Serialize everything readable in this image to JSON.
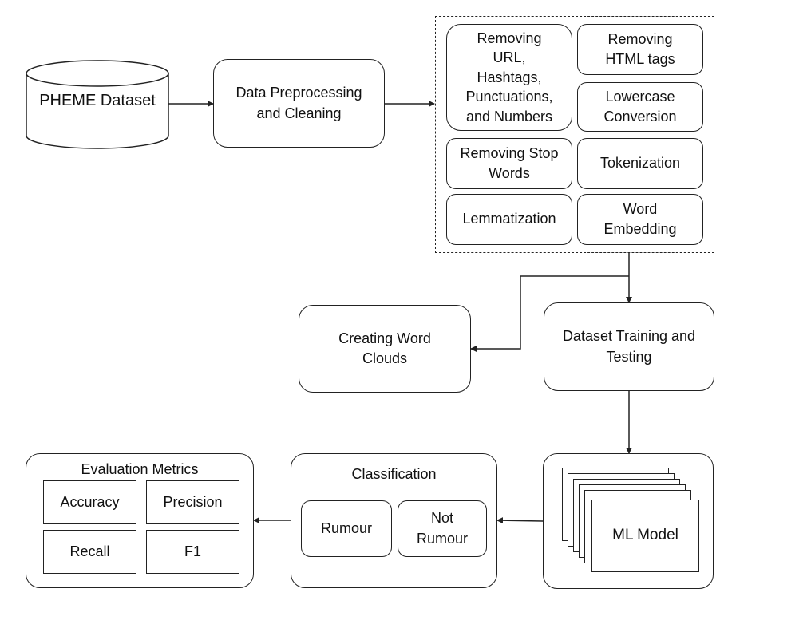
{
  "dataset": {
    "label": "PHEME Dataset"
  },
  "preprocessing": {
    "label": "Data Preprocessing\nand Cleaning"
  },
  "steps": [
    {
      "label": "Removing\nURL,\nHashtags,\nPunctuations,\nand Numbers"
    },
    {
      "label": "Removing\nHTML tags"
    },
    {
      "label": "Lowercase\nConversion"
    },
    {
      "label": "Removing Stop\nWords"
    },
    {
      "label": "Tokenization"
    },
    {
      "label": "Lemmatization"
    },
    {
      "label": "Word\nEmbedding"
    }
  ],
  "word_clouds": {
    "label": "Creating Word\nClouds"
  },
  "training": {
    "label": "Dataset Training and\nTesting"
  },
  "ml_model": {
    "label": "ML Model"
  },
  "classification": {
    "title": "Classification",
    "classes": [
      "Rumour",
      "Not\nRumour"
    ]
  },
  "evaluation": {
    "title": "Evaluation Metrics",
    "metrics": [
      "Accuracy",
      "Precision",
      "Recall",
      "F1"
    ]
  }
}
